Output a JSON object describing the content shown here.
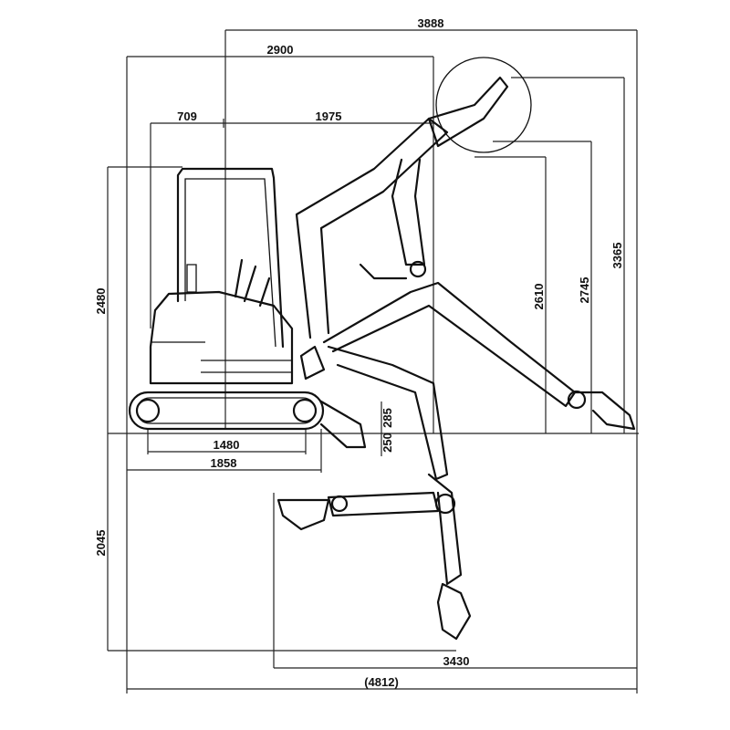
{
  "title": "Mini excavator dimension drawing",
  "dimensions": {
    "overall_reach_height": "3888",
    "cab_to_front": "2900",
    "rear_offset": "709",
    "front_offset": "1975",
    "cab_height": "2480",
    "dig_depth": "2045",
    "dump_height_low": "2610",
    "dump_height": "2745",
    "max_dig_height": "3365",
    "track_length_ground": "1480",
    "track_length": "1858",
    "blade_lift": "285",
    "blade_drop": "250",
    "min_reach_depth": "3430",
    "overall_reach": "(4812)"
  },
  "colors": {
    "ink": "#111111",
    "background": "#ffffff"
  }
}
